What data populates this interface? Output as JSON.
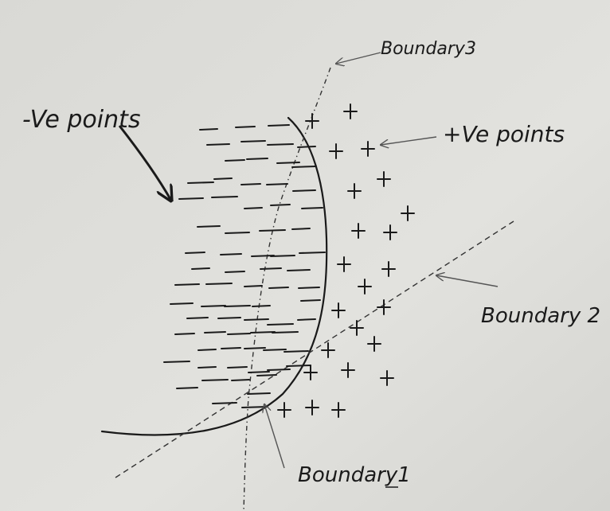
{
  "labels": {
    "neg_points": "-Ve points",
    "pos_points": "+Ve points",
    "boundary1": "Boundary1",
    "boundary2": "Boundary 2",
    "boundary3": "Boundary3"
  },
  "symbols": {
    "negative": "−",
    "positive": "+"
  },
  "colors": {
    "paper": "#dcdcd8",
    "ink": "#1a1a1a",
    "pencil": "#555555"
  }
}
